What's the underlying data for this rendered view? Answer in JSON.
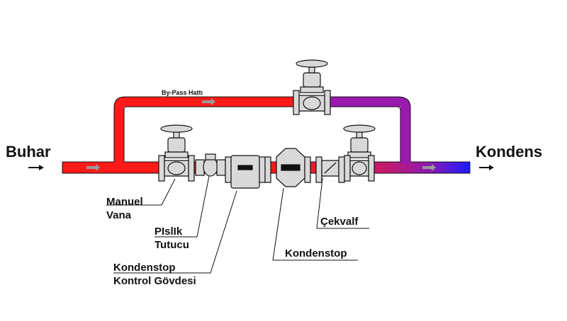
{
  "labels": {
    "inlet": "Buhar",
    "outlet": "Kondens",
    "bypass": "By-Pass Hattı",
    "manual_valve": [
      "Manuel",
      "Vana"
    ],
    "strainer": [
      "PIslIk",
      "Tutucu"
    ],
    "trap_body": [
      "Kondenstop",
      "Kontrol Gövdesi"
    ],
    "steam_trap": "Kondenstop",
    "check_valve": "Çekvalf"
  },
  "colors": {
    "steam": "#ff1a1a",
    "condensate": "#1a1aff",
    "mixed": "#8c1a8c",
    "outline": "#111111",
    "fill": "#d9d9d9"
  }
}
